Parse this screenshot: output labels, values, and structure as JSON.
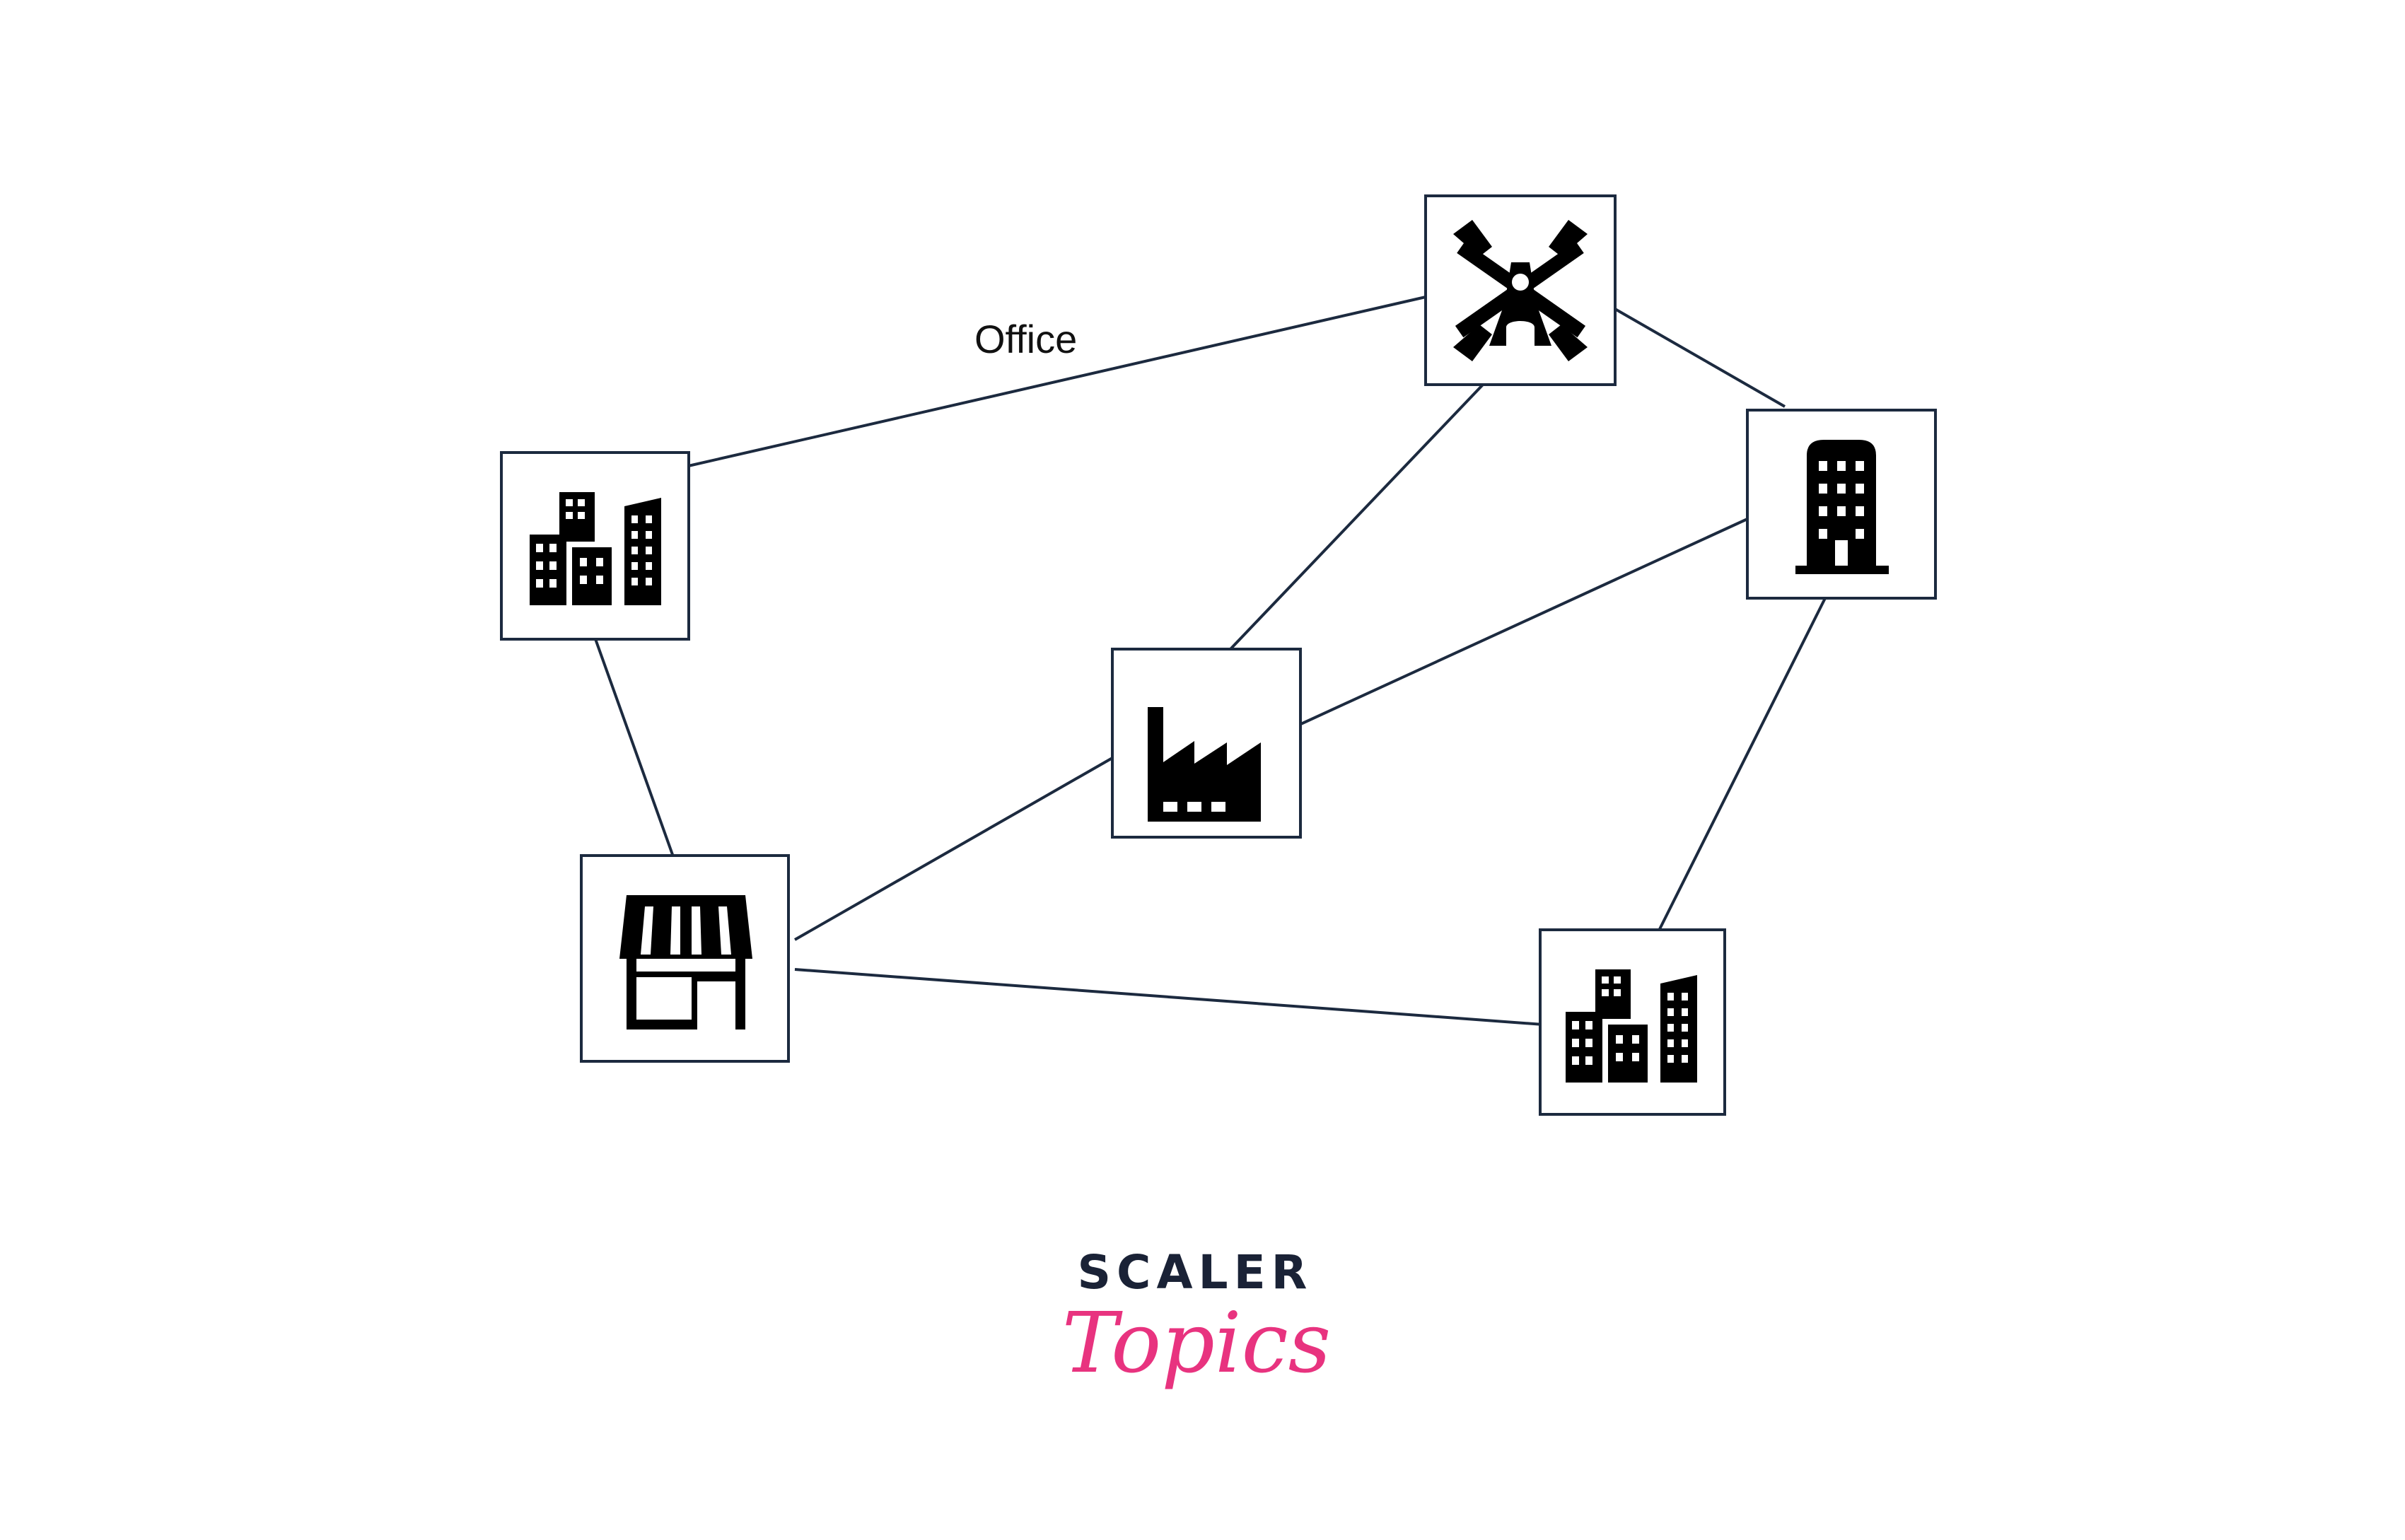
{
  "diagram": {
    "nodes": [
      {
        "id": "windmill",
        "icon": "windmill-icon"
      },
      {
        "id": "office-left",
        "icon": "city-buildings-icon"
      },
      {
        "id": "tower",
        "icon": "office-building-icon"
      },
      {
        "id": "factory",
        "icon": "factory-icon"
      },
      {
        "id": "store",
        "icon": "storefront-icon"
      },
      {
        "id": "office-right",
        "icon": "city-buildings-icon"
      }
    ],
    "edges": [
      {
        "from": "office-left",
        "to": "windmill",
        "label": "Office"
      },
      {
        "from": "windmill",
        "to": "tower"
      },
      {
        "from": "windmill",
        "to": "factory"
      },
      {
        "from": "tower",
        "to": "factory"
      },
      {
        "from": "tower",
        "to": "office-right"
      },
      {
        "from": "office-left",
        "to": "store"
      },
      {
        "from": "factory",
        "to": "store"
      },
      {
        "from": "store",
        "to": "office-right"
      }
    ],
    "edge_label": "Office",
    "line_color": "#1c2a3f"
  },
  "brand": {
    "line1": "SCALER",
    "line2": "Topics",
    "line1_color": "#1a2236",
    "line2_color": "#e8337f"
  }
}
